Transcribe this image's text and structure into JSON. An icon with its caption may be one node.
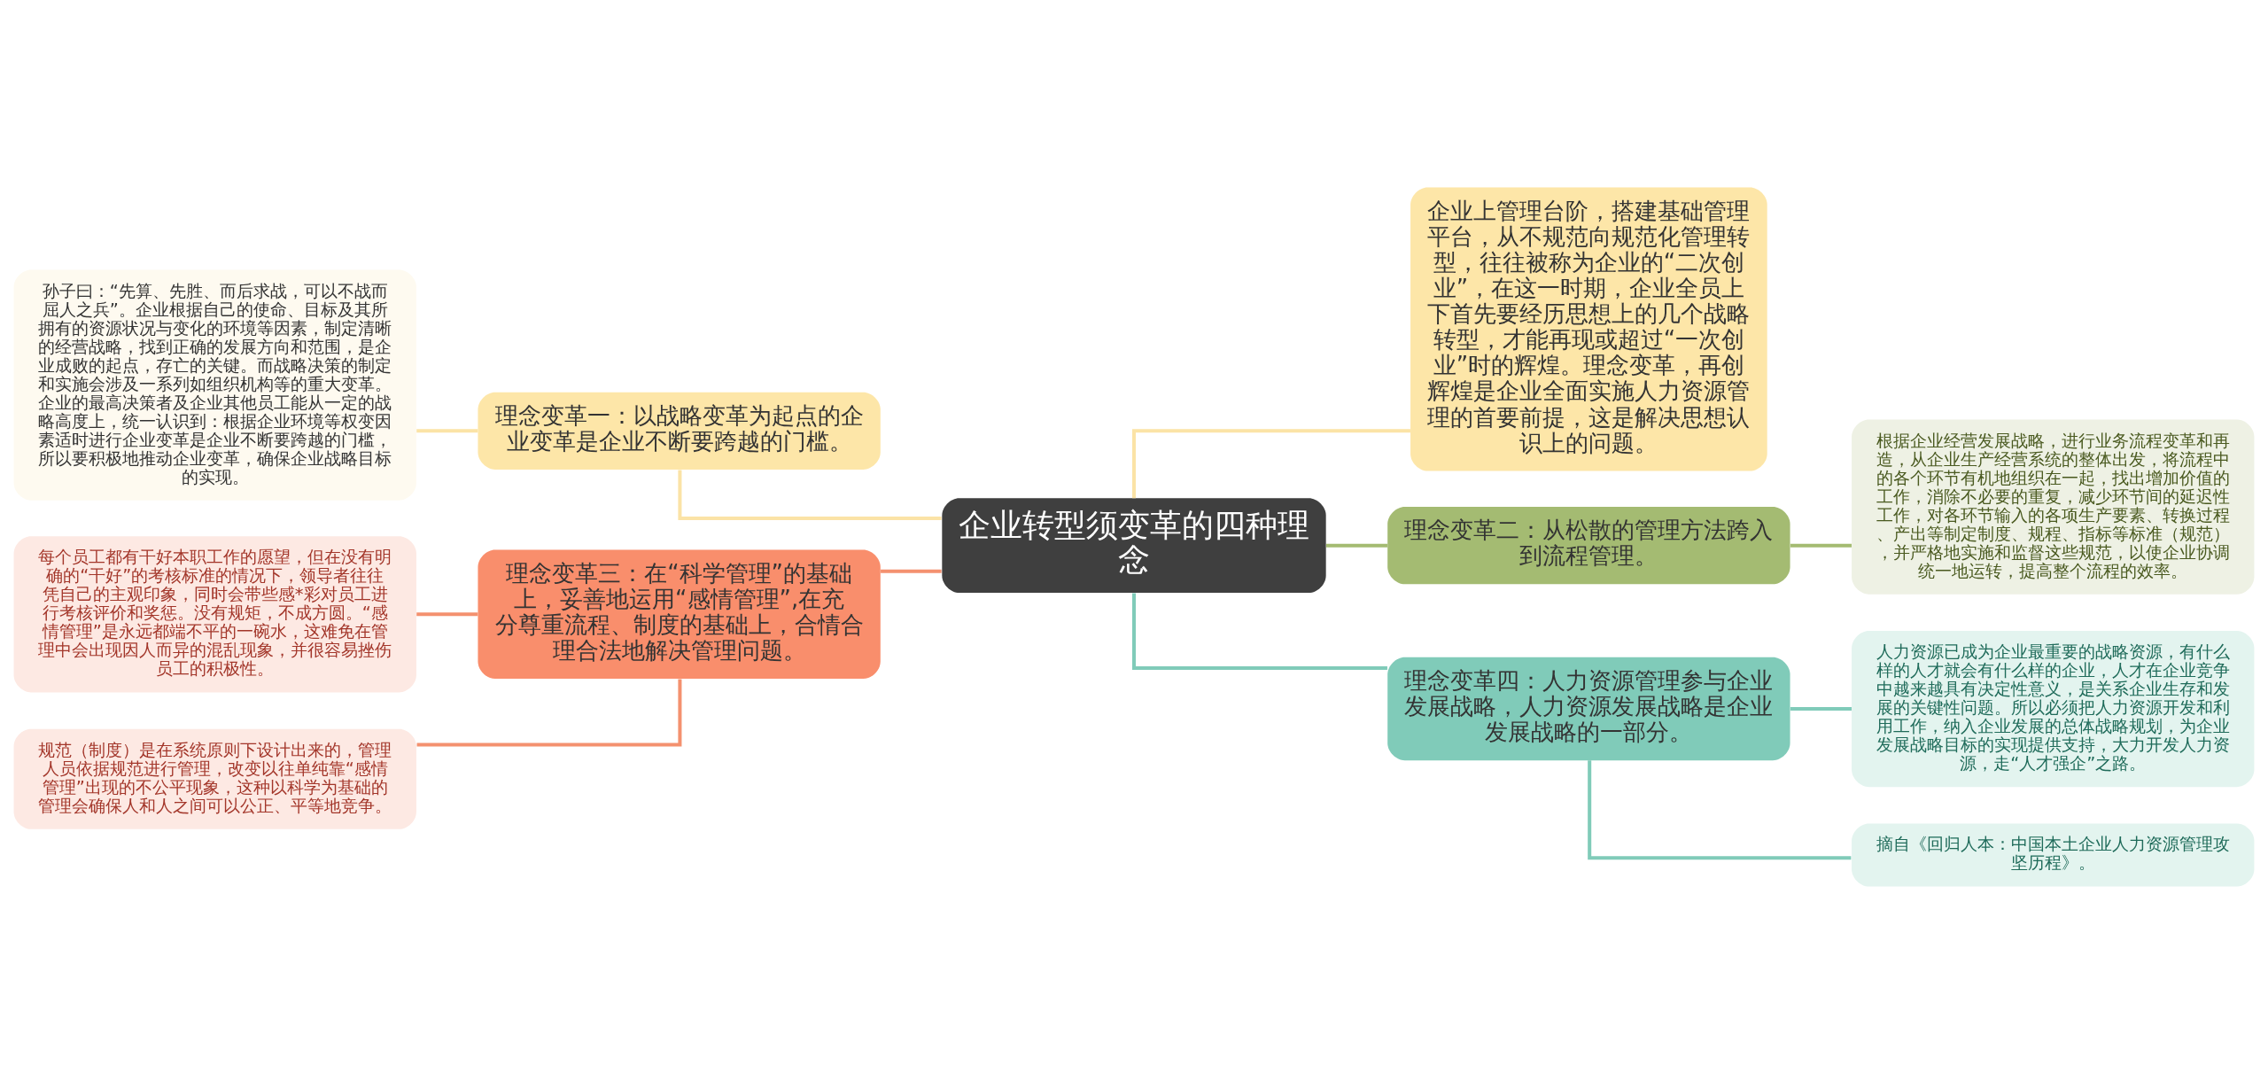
{
  "diagram": {
    "nodes": [
      {
        "text": [
          "企业转型须变革的四种理念"
        ]
      },
      {
        "text": [
          "理念变革一：以战略变革为起点的企业变革是企业不断要跨越的门槛。"
        ]
      },
      {
        "text": [
          "孙子曰：“先算、先胜、而后求战，可以不战而屈人之兵”。企业根据自己的使命、目标及其所拥有的资源状况与变化的环境等因素，制定清晰的经营战略，找到正确的发展方向和范围，是企业成败的起点，存亡的关键。而战略决策的制定和实施会涉及一系列如组织机构等的重大变革。企业的最高决策者及企业其他员工能从一定的战略高度上，统一认识到：根据企业环境等权变因素适时进行企业变革是企业不断要跨越的门槛，所以要积极地推动企业变革，确保企业战略目标的实现。"
        ]
      },
      {
        "text": [
          "理念变革三：在“科学管理”的基础上，妥善地运用“感情管理”,在充分尊重流程、制度的基础上，合情合理合法地解决管理问题。"
        ]
      },
      {
        "text": [
          "每个员工都有干好本职工作的愿望，但在没有明确的“干好”的考核标准的情况下，领导者往往凭自己的主观印象，同时会带些感*彩对员工进行考核评价和奖惩。没有规矩，不成方圆。“感情管理”是永远都端不平的一碗水，这难免在管理中会出现因人而异的混乱现象，并很容易挫伤员工的积极性。"
        ]
      },
      {
        "text": [
          "规范（制度）是在系统原则下设计出来的，管理人员依据规范进行管理，改变以往单纯靠“感情管理”出现的不公平现象，这种以科学为基础的管理会确保人和人之间可以公正、平等地竞争。"
        ]
      },
      {
        "text": [
          "企业上管理台阶，搭建基础管理平台，从不规范向规范化管理转型，往往被称为企业的“二次创业”，在这一时期，企业全员上下首先要经历思想上的几个战略转型，才能再现或超过“一次创业”时的辉煌。理念变革，再创辉煌是企业全面实施人力资源管理的首要前提，这是解决思想认识上的问题。"
        ]
      },
      {
        "text": [
          "理念变革二：从松散的管理方法跨入到流程管理。"
        ]
      },
      {
        "text": [
          "根据企业经营发展战略，进行业务流程变革和再造，从企业生产经营系统的整体出发，将流程中的各个环节有机地组织在一起，找出增加价值的工作，消除不必要的重复，减少环节间的延迟性工作，对各环节输入的各项生产要素、转换过程、产出等制定制度、规程、指标等标准（规范），并严格地实施和监督这些规范，以使企业协调统一地运转，提高整个流程的效率。"
        ]
      },
      {
        "text": [
          "理念变革四：人力资源管理参与企业发展战略，人力资源发展战略是企业发展战略的一部分。"
        ]
      },
      {
        "text": [
          "人力资源已成为企业最重要的战略资源，有什么样的人才就会有什么样的企业，人才在企业竞争中越来越具有决定性意义，是关系企业生存和发展的关键性问题。所以必须把人力资源开发和利用工作，纳入企业发展的总体战略规划，为企业发展战略目标的实现提供支持，大力开发人力资源，走“人才强企”之路。"
        ]
      },
      {
        "text": [
          "摘自《回归人本：中国本土企业人力资源管理攻坚历程》。"
        ]
      }
    ],
    "edges": [
      {
        "from": 0,
        "to": 1,
        "arrow": "none",
        "color": "#fbe3a6"
      },
      {
        "from": 1,
        "to": 2,
        "arrow": "none",
        "color": "#fbe3a6"
      },
      {
        "from": 0,
        "to": 3,
        "arrow": "none",
        "color": "#f4916f"
      },
      {
        "from": 3,
        "to": 4,
        "arrow": "none",
        "color": "#f4916f"
      },
      {
        "from": 3,
        "to": 5,
        "arrow": "none",
        "color": "#f4916f"
      },
      {
        "from": 0,
        "to": 6,
        "arrow": "none",
        "color": "#fbe3a6"
      },
      {
        "from": 0,
        "to": 7,
        "arrow": "none",
        "color": "#a4bb72"
      },
      {
        "from": 7,
        "to": 8,
        "arrow": "none",
        "color": "#a4bb72"
      },
      {
        "from": 0,
        "to": 9,
        "arrow": "none",
        "color": "#80cbb9"
      },
      {
        "from": 9,
        "to": 10,
        "arrow": "none",
        "color": "#80cbb9"
      },
      {
        "from": 9,
        "to": 11,
        "arrow": "none",
        "color": "#80cbb9"
      }
    ]
  }
}
